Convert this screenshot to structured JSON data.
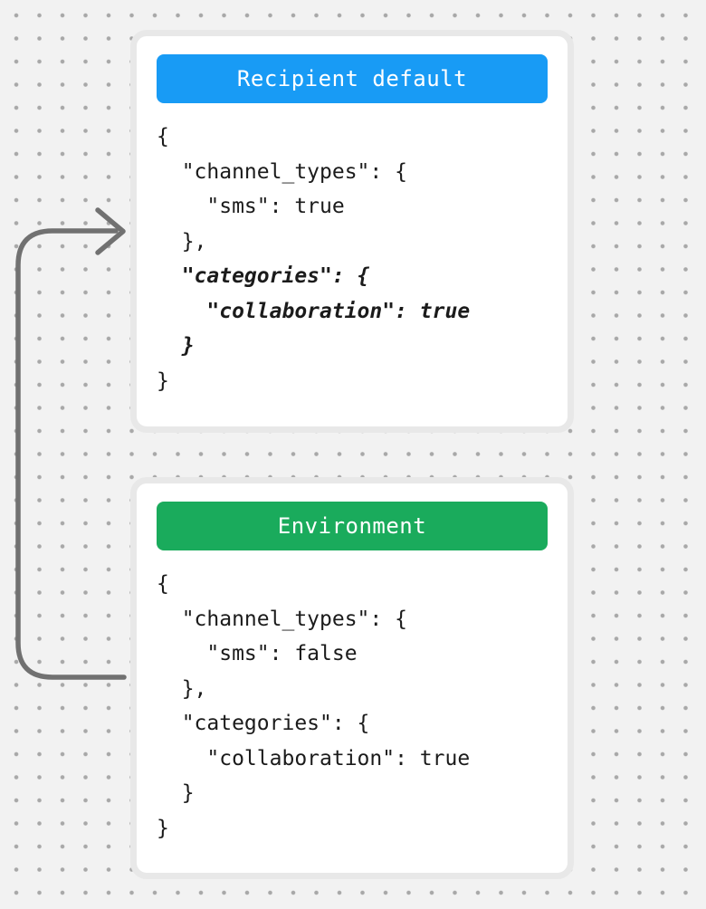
{
  "canvas": {
    "background_color": "#f2f2f2",
    "dot_color": "#a8a8a8"
  },
  "arrow": {
    "color": "#717171",
    "from_card": "Environment",
    "to_card": "Recipient default"
  },
  "cards": [
    {
      "title": "Recipient default",
      "title_bg": "#189bf5",
      "title_color": "#ffffff",
      "code_lines": [
        {
          "text": "{",
          "em": false
        },
        {
          "text": "  \"channel_types\": {",
          "em": false
        },
        {
          "text": "    \"sms\": true",
          "em": false
        },
        {
          "text": "  },",
          "em": false
        },
        {
          "text": "  \"categories\": {",
          "em": true
        },
        {
          "text": "    \"collaboration\": true",
          "em": true
        },
        {
          "text": "  }",
          "em": true
        },
        {
          "text": "}",
          "em": false
        }
      ]
    },
    {
      "title": "Environment",
      "title_bg": "#1aab5c",
      "title_color": "#ffffff",
      "code_lines": [
        {
          "text": "{",
          "em": false
        },
        {
          "text": "  \"channel_types\": {",
          "em": false
        },
        {
          "text": "    \"sms\": false",
          "em": false
        },
        {
          "text": "  },",
          "em": false
        },
        {
          "text": "  \"categories\": {",
          "em": false
        },
        {
          "text": "    \"collaboration\": true",
          "em": false
        },
        {
          "text": "  }",
          "em": false
        },
        {
          "text": "}",
          "em": false
        }
      ]
    }
  ]
}
